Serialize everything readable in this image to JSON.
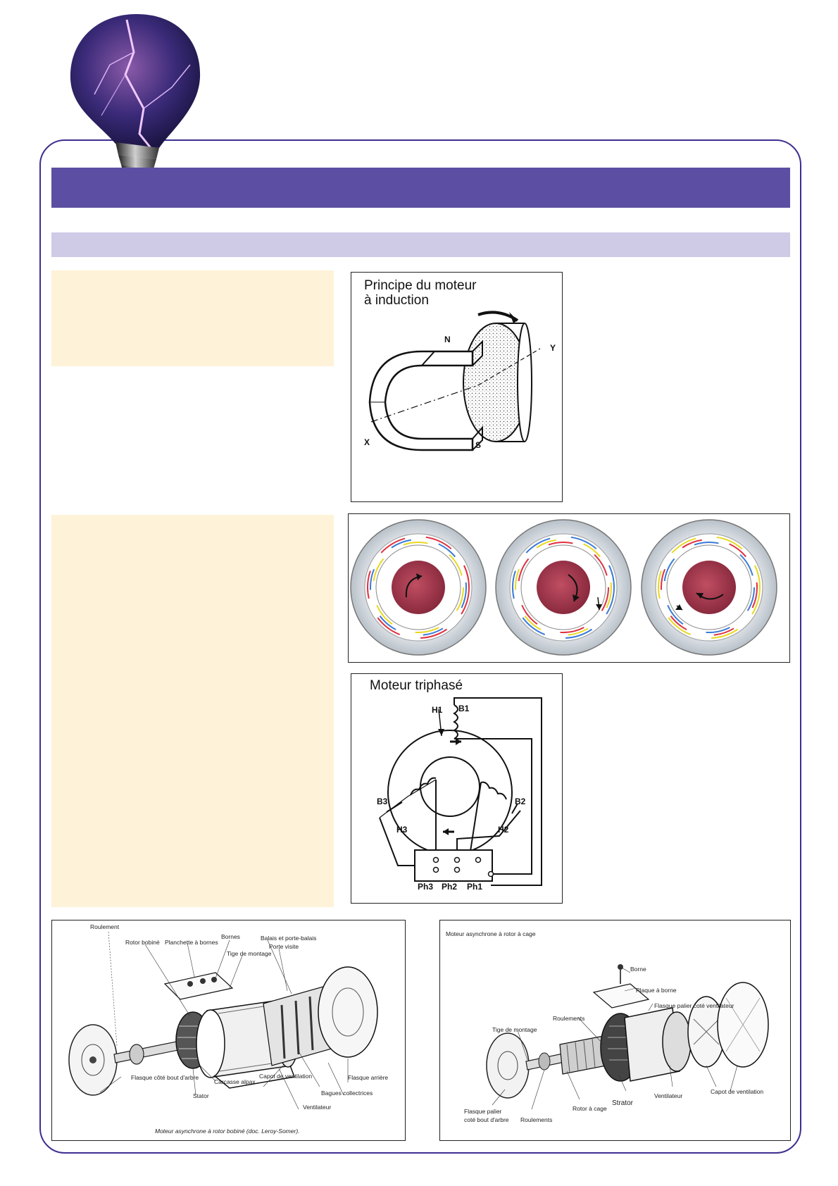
{
  "figure_induction": {
    "title_line1": "Principe du moteur",
    "title_line2": "à induction",
    "label_n": "N",
    "label_s": "S",
    "label_x": "X",
    "label_y": "Y"
  },
  "figure_triphase": {
    "title": "Moteur triphasé",
    "labels": {
      "h1": "H1",
      "b1": "B1",
      "b2": "B2",
      "h2": "H2",
      "b3": "B3",
      "h3": "H3",
      "ph3": "Ph3",
      "ph2": "Ph2",
      "ph1": "Ph1"
    }
  },
  "figure_rotor_bobine": {
    "labels": {
      "roulement": "Roulement",
      "rotor_bobine": "Rotor bobiné",
      "planchette": "Planchette à bornes",
      "bornes": "Bornes",
      "balais": "Balais et porte-balais",
      "porte_visite": "Porte visite",
      "tige": "Tige de montage",
      "flasque": "Flasque côté bout d'arbre",
      "carcasse": "Carcasse alpax",
      "capot": "Capot de ventilation",
      "flasque_arriere": "Flasque arrière",
      "stator": "Stator",
      "bagues": "Bagues collectrices",
      "ventilateur": "Ventilateur"
    },
    "caption": "Moteur asynchrone à rotor bobiné (doc. Leroy-Somer)."
  },
  "figure_rotor_cage": {
    "heading": "Moteur asynchrone à rotor à cage",
    "labels": {
      "borne": "Borne",
      "plaque": "Plaque à borne",
      "flasque_ventilateur": "Flasque palier coté ventilateur",
      "roulements_top": "Roulements",
      "tige": "Tige de montage",
      "ventilateur": "Ventilateur",
      "capot": "Capot de ventilation",
      "stator": "Strator",
      "flasque_palier": "Flasque palier",
      "cote_bout": "coté bout d'arbre",
      "roulements_bottom": "Roulements",
      "rotor_cage": "Rotor à cage"
    }
  },
  "colors": {
    "frame": "#3d2f8f",
    "title_bar": "#5c4fa3",
    "subtitle_bar": "#cfcbe6",
    "cream": "#fef2d8",
    "rotor": "#a4384d"
  }
}
